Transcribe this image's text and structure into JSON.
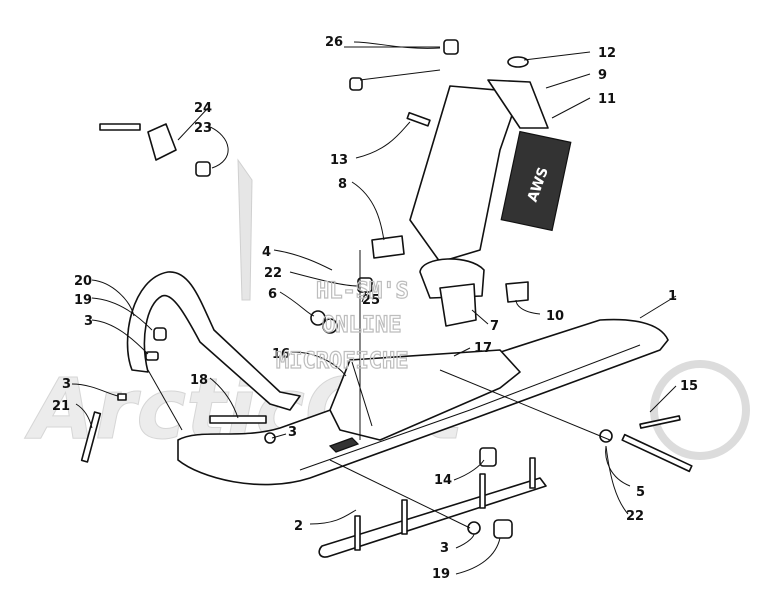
{
  "watermark": {
    "line1": "HL-SM'S",
    "line2": "ONLINE",
    "line3": "MICROFICHE",
    "brand": "ArcticCat"
  },
  "decal_text": "AWS",
  "callouts": {
    "c1": "1",
    "c2": "2",
    "c3a": "3",
    "c3b": "3",
    "c3c": "3",
    "c3d": "3",
    "c4": "4",
    "c5": "5",
    "c6": "6",
    "c7": "7",
    "c8": "8",
    "c9": "9",
    "c10": "10",
    "c11": "11",
    "c12": "12",
    "c13": "13",
    "c14": "14",
    "c15": "15",
    "c16": "16",
    "c17": "17",
    "c18": "18",
    "c19a": "19",
    "c19b": "19",
    "c20": "20",
    "c21": "21",
    "c22a": "22",
    "c22b": "22",
    "c23": "23",
    "c24": "24",
    "c25": "25",
    "c26": "26"
  },
  "colors": {
    "ink": "#111111",
    "watermark": "#bdbdbd",
    "paper": "#ffffff"
  }
}
